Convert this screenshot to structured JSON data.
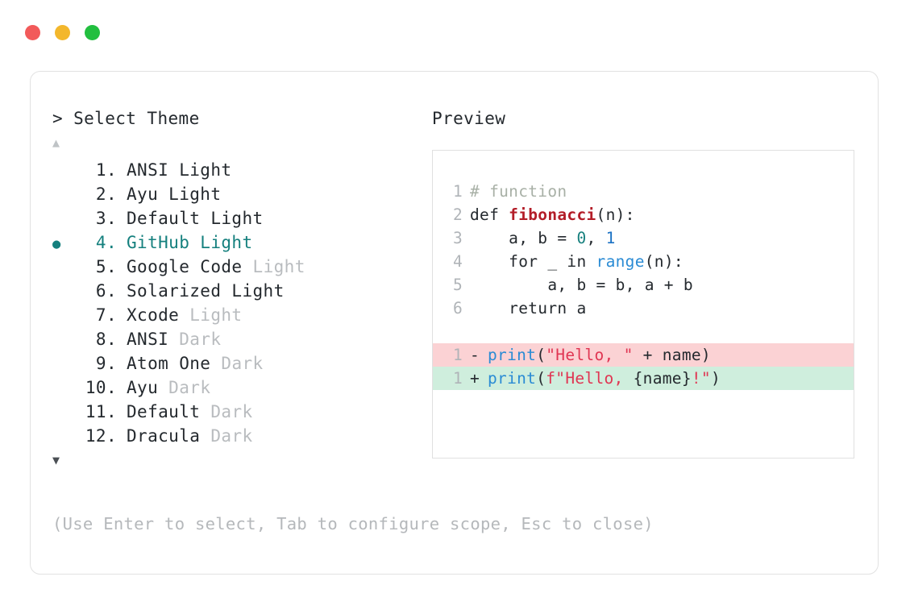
{
  "window": {
    "dots": [
      {
        "name": "close",
        "color": "#f25a5a"
      },
      {
        "name": "minimize",
        "color": "#f3b72c"
      },
      {
        "name": "maximize",
        "color": "#22bf3f"
      }
    ]
  },
  "prompt": {
    "marker": ">",
    "title": "Select Theme",
    "scroll_up": "▲",
    "scroll_down": "▼",
    "selected_bullet": "●",
    "selected_index": 4,
    "accent_color": "#15807e"
  },
  "themes": [
    {
      "index": "1.",
      "name": "ANSI Light",
      "suffix": "",
      "dim_suffix": false,
      "selected": false
    },
    {
      "index": "2.",
      "name": "Ayu Light",
      "suffix": "",
      "dim_suffix": false,
      "selected": false
    },
    {
      "index": "3.",
      "name": "Default Light",
      "suffix": "",
      "dim_suffix": false,
      "selected": false
    },
    {
      "index": "4.",
      "name": "GitHub Light",
      "suffix": "",
      "dim_suffix": false,
      "selected": true
    },
    {
      "index": "5.",
      "name": "Google Code",
      "suffix": " Light",
      "dim_suffix": true,
      "selected": false
    },
    {
      "index": "6.",
      "name": "Solarized Light",
      "suffix": "",
      "dim_suffix": false,
      "selected": false
    },
    {
      "index": "7.",
      "name": "Xcode",
      "suffix": " Light",
      "dim_suffix": true,
      "selected": false
    },
    {
      "index": "8.",
      "name": "ANSI",
      "suffix": " Dark",
      "dim_suffix": true,
      "selected": false
    },
    {
      "index": "9.",
      "name": "Atom One",
      "suffix": " Dark",
      "dim_suffix": true,
      "selected": false
    },
    {
      "index": "10.",
      "name": "Ayu",
      "suffix": " Dark",
      "dim_suffix": true,
      "selected": false
    },
    {
      "index": "11.",
      "name": "Default",
      "suffix": " Dark",
      "dim_suffix": true,
      "selected": false
    },
    {
      "index": "12.",
      "name": "Dracula",
      "suffix": " Dark",
      "dim_suffix": true,
      "selected": false
    }
  ],
  "preview": {
    "title": "Preview",
    "code_lines": [
      {
        "num": "1",
        "tokens": [
          {
            "t": "# function",
            "c": "comment"
          }
        ]
      },
      {
        "num": "2",
        "tokens": [
          {
            "t": "def ",
            "c": "plain"
          },
          {
            "t": "fibonacci",
            "c": "fn"
          },
          {
            "t": "(n):",
            "c": "plain"
          }
        ]
      },
      {
        "num": "3",
        "tokens": [
          {
            "t": "    a, b = ",
            "c": "plain"
          },
          {
            "t": "0",
            "c": "num-a"
          },
          {
            "t": ", ",
            "c": "plain"
          },
          {
            "t": "1",
            "c": "num-b"
          }
        ]
      },
      {
        "num": "4",
        "tokens": [
          {
            "t": "    for _ in ",
            "c": "plain"
          },
          {
            "t": "range",
            "c": "builtin"
          },
          {
            "t": "(n):",
            "c": "plain"
          }
        ]
      },
      {
        "num": "5",
        "tokens": [
          {
            "t": "        a, b = b, a + b",
            "c": "plain"
          }
        ]
      },
      {
        "num": "6",
        "tokens": [
          {
            "t": "    return a",
            "c": "plain"
          }
        ]
      }
    ],
    "diff_lines": [
      {
        "num": "1",
        "kind": "del",
        "mark": "-",
        "bg": "#fbd2d4",
        "tokens": [
          {
            "t": "print",
            "c": "call"
          },
          {
            "t": "(",
            "c": "plain"
          },
          {
            "t": "\"Hello, \"",
            "c": "str"
          },
          {
            "t": " + name)",
            "c": "plain"
          }
        ]
      },
      {
        "num": "1",
        "kind": "add",
        "mark": "+",
        "bg": "#cfeedd",
        "tokens": [
          {
            "t": "print",
            "c": "call"
          },
          {
            "t": "(",
            "c": "plain"
          },
          {
            "t": "f\"Hello, ",
            "c": "str"
          },
          {
            "t": "{name}",
            "c": "plain"
          },
          {
            "t": "!\"",
            "c": "str"
          },
          {
            "t": ")",
            "c": "plain"
          }
        ]
      }
    ]
  },
  "footer": {
    "hint": "(Use Enter to select, Tab to configure scope, Esc to close)"
  }
}
